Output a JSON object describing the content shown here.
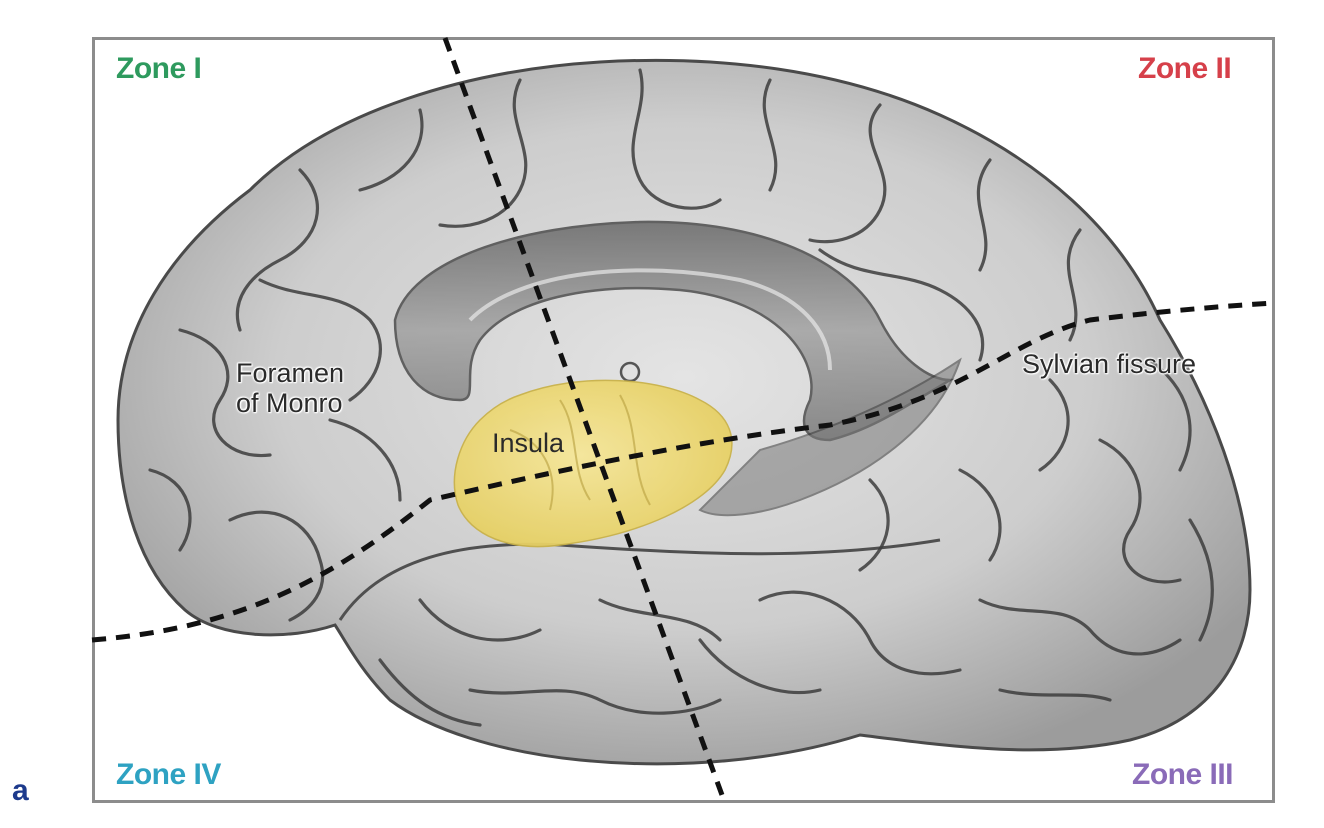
{
  "panel_letter": "a",
  "zones": {
    "zone_1": {
      "label": "Zone I",
      "color": "#2e9a5e"
    },
    "zone_2": {
      "label": "Zone II",
      "color": "#d6404a"
    },
    "zone_3": {
      "label": "Zone III",
      "color": "#8a6bb8"
    },
    "zone_4": {
      "label": "Zone IV",
      "color": "#2ea2c2"
    }
  },
  "annotations": {
    "foramen_line1": "Foramen",
    "foramen_line2": "of Monro",
    "insula": "Insula",
    "sylvian": "Sylvian fissure"
  },
  "colors": {
    "insula_fill": "#efdc7a",
    "brain_fill": "#cfcfcf",
    "sulcus": "#3a3a3a",
    "frame": "#8c8c8c",
    "divider_line": "#111111"
  },
  "icons": {
    "brain": "brain-illustration"
  }
}
